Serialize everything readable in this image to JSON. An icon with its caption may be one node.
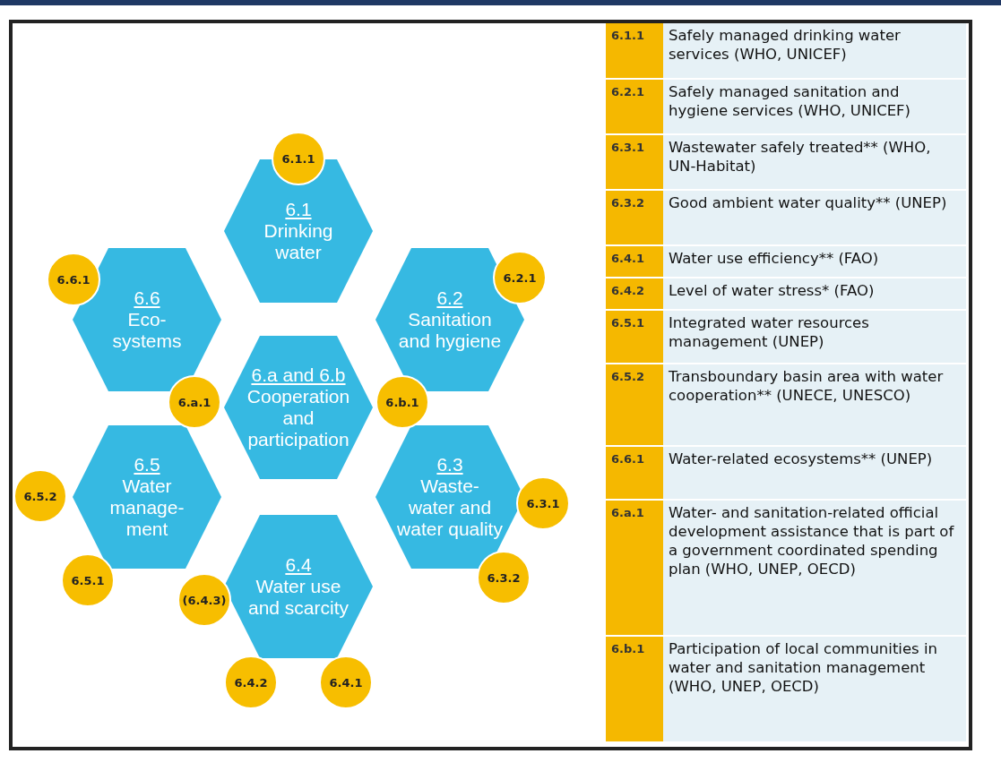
{
  "diagram": {
    "nodes": [
      {
        "text": [
          "6.1.1"
        ]
      },
      {
        "text": [
          "6.1",
          "Drinking water"
        ]
      },
      {
        "text": [
          "6.6.1"
        ]
      },
      {
        "text": [
          "6.2.1"
        ]
      },
      {
        "text": [
          "6.6",
          "Eco- systems"
        ]
      },
      {
        "text": [
          "6.2",
          "Sanitation and hygiene"
        ]
      },
      {
        "text": [
          "6.a and 6.b",
          "Cooperation and participation"
        ]
      },
      {
        "text": [
          "6.a.1"
        ]
      },
      {
        "text": [
          "6.b.1"
        ]
      },
      {
        "text": [
          "6.5",
          "Water manage- ment"
        ]
      },
      {
        "text": [
          "6.3",
          "Waste- water and water quality"
        ]
      },
      {
        "text": [
          "6.5.2"
        ]
      },
      {
        "text": [
          "6.3.1"
        ]
      },
      {
        "text": [
          "6.4",
          "Water use and scarcity"
        ]
      },
      {
        "text": [
          "6.5.1"
        ]
      },
      {
        "text": [
          "6.3.2"
        ]
      },
      {
        "text": [
          "(6.4.3)"
        ]
      },
      {
        "text": [
          "6.4.2"
        ]
      },
      {
        "text": [
          "6.4.1"
        ]
      }
    ],
    "edges": [],
    "labels": [
      "6.1.1",
      "Safely managed drinking water services (WHO, UNICEF)",
      "6.2.1",
      "Safely managed sanitation and hygiene services (WHO, UNICEF)",
      "6.3.1",
      "Wastewater safely treated** (WHO, UN-Habitat)",
      "6.3.2",
      "Good ambient water quality** (UNEP)",
      "6.4.1",
      "Water use efficiency** (FAO)",
      "6.4.2",
      "Level of water stress* (FAO)",
      "6.5.1",
      "Integrated water resources management (UNEP)",
      "6.5.2",
      "Transboundary basin area with water cooperation** (UNECE, UNESCO)",
      "6.6.1",
      "Water-related ecosystems** (UNEP)",
      "6.a.1",
      "Water- and sanitation-related official development assistance that is part of a government coordinated spending plan (WHO, UNEP, OECD)",
      "6.b.1",
      "Participation of local communities in water and sanitation management (WHO, UNEP, OECD)"
    ]
  }
}
